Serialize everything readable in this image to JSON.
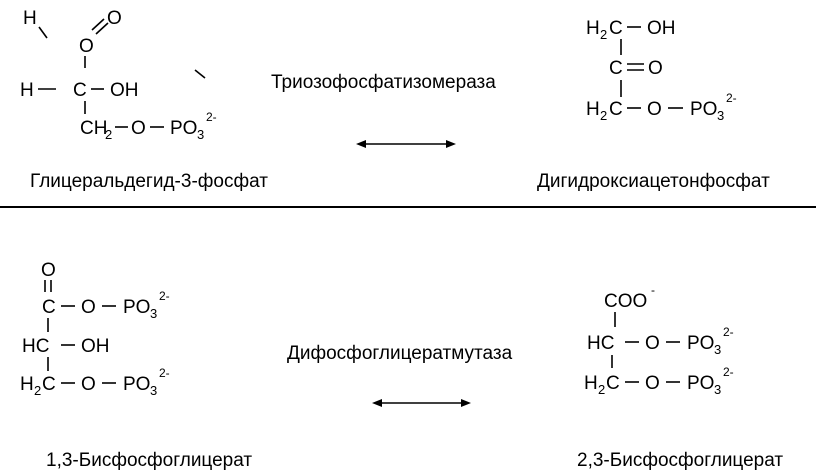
{
  "top": {
    "enzyme": "Триозофосфатизомераза",
    "left_name": "Глицеральдегид-3-фосфат",
    "right_name": "Дигидроксиацетонфосфат",
    "g3p": {
      "h": "H",
      "o": "O",
      "o2": "O",
      "h2": "H",
      "c": "C",
      "oh": "OH",
      "ch": "CH",
      "ch_sub": "2",
      "o_link": "O",
      "po": "PO",
      "po_sub": "3",
      "po_sup": "2-"
    },
    "dhap": {
      "r1_h": "H",
      "r1_sub": "2",
      "r1_c": "C",
      "r1_oh": "OH",
      "r2_c": "C",
      "r2_o": "O",
      "r3_h": "H",
      "r3_sub": "2",
      "r3_c": "C",
      "r3_o": "O",
      "r3_po": "PO",
      "r3_po_sub": "3",
      "r3_po_sup": "2-"
    }
  },
  "bottom": {
    "enzyme": "Дифосфоглицератмутаза",
    "left_name": "1,3-Бисфосфоглицерат",
    "right_name": "2,3-Бисфосфоглицерат",
    "bpg13": {
      "o_top": "O",
      "c1": "C",
      "o1": "O",
      "po1": "PO",
      "po1_sub": "3",
      "po1_sup": "2-",
      "hc": "HC",
      "oh": "OH",
      "h2": "H",
      "h2_sub": "2",
      "c3": "C",
      "o3": "O",
      "po3": "PO",
      "po3_sub": "3",
      "po3_sup": "2-"
    },
    "bpg23": {
      "coo": "COO",
      "coo_sup": "-",
      "hc": "HC",
      "o2": "O",
      "po2": "PO",
      "po2_sub": "3",
      "po2_sup": "2-",
      "h2": "H",
      "h2_sub": "2",
      "c3": "C",
      "o3": "O",
      "po3": "PO",
      "po3_sub": "3",
      "po3_sup": "2-"
    }
  }
}
